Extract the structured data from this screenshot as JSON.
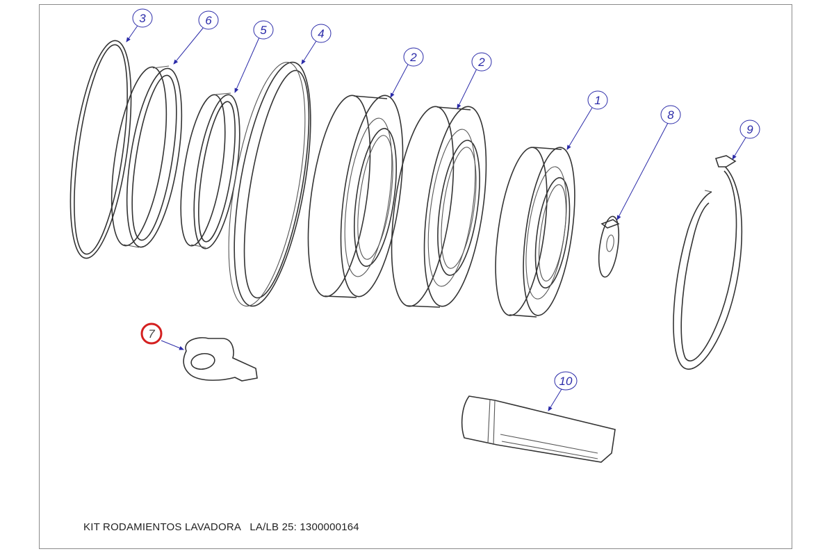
{
  "caption": "KIT RODAMIENTOS LAVADORA   LA/LB 25: 1300000164",
  "callouts": [
    {
      "id": "c3",
      "label": "3"
    },
    {
      "id": "c6",
      "label": "6"
    },
    {
      "id": "c5",
      "label": "5"
    },
    {
      "id": "c4",
      "label": "4"
    },
    {
      "id": "c2a",
      "label": "2"
    },
    {
      "id": "c2b",
      "label": "2"
    },
    {
      "id": "c1",
      "label": "1"
    },
    {
      "id": "c8",
      "label": "8"
    },
    {
      "id": "c9",
      "label": "9"
    },
    {
      "id": "c7",
      "label": "7"
    },
    {
      "id": "c10",
      "label": "10"
    }
  ],
  "colors": {
    "callout_circle": "#2a2aa8",
    "highlight_circle": "#d42020",
    "line_art": "#333333",
    "frame": "#8a8a8a"
  }
}
